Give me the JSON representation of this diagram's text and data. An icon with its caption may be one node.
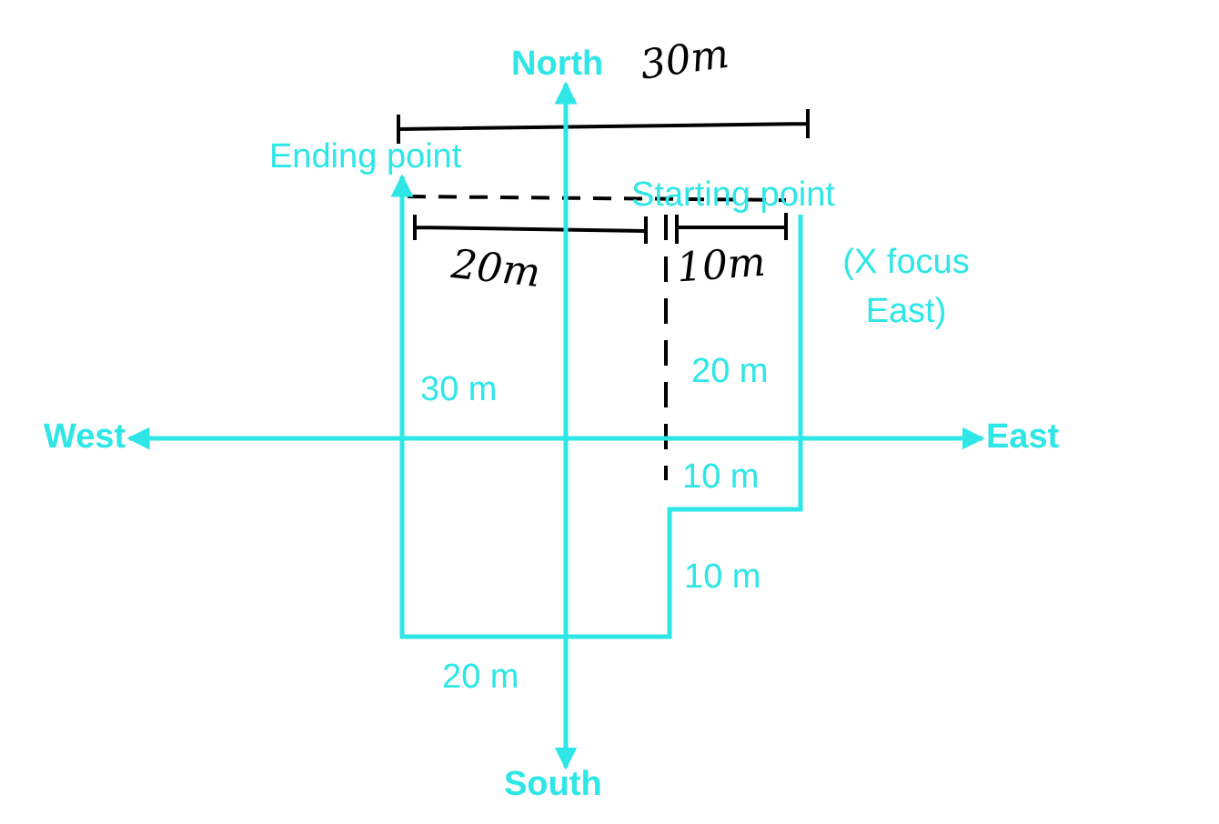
{
  "diagram": {
    "nodes": [
      {
        "text": [
          "Ending point"
        ]
      },
      {
        "text": [
          "Starting point"
        ],
        "beside": [
          "(X focus East)"
        ]
      },
      {
        "text": [
          "North"
        ]
      },
      {
        "text": [
          "South"
        ]
      },
      {
        "text": [
          "West"
        ]
      },
      {
        "text": [
          "East"
        ]
      }
    ],
    "edges": [
      {
        "from": 1,
        "to": 0,
        "arrow": "to"
      },
      {
        "from": 3,
        "to": 2,
        "arrow": "both"
      },
      {
        "from": 4,
        "to": 5,
        "arrow": "both"
      }
    ],
    "labels": [
      "30m",
      "20m",
      "10m",
      "20 m",
      "30 m",
      "10 m",
      "10 m",
      "20 m"
    ]
  }
}
